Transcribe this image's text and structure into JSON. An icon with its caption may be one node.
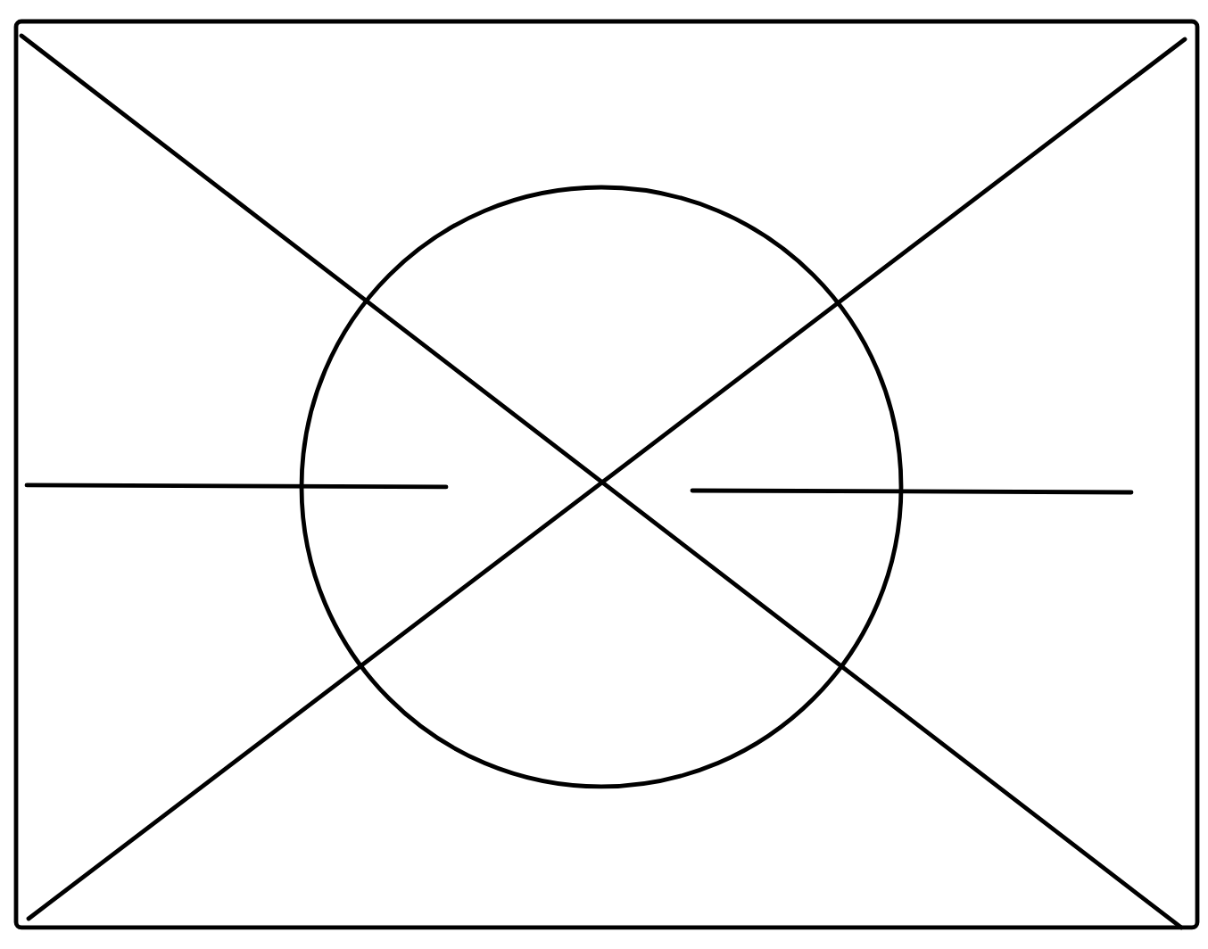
{
  "diagram": {
    "nodes": [
      {
        "text": [],
        "shape": "box"
      },
      {
        "text": [],
        "shape": "circle",
        "in": 0
      }
    ]
  }
}
